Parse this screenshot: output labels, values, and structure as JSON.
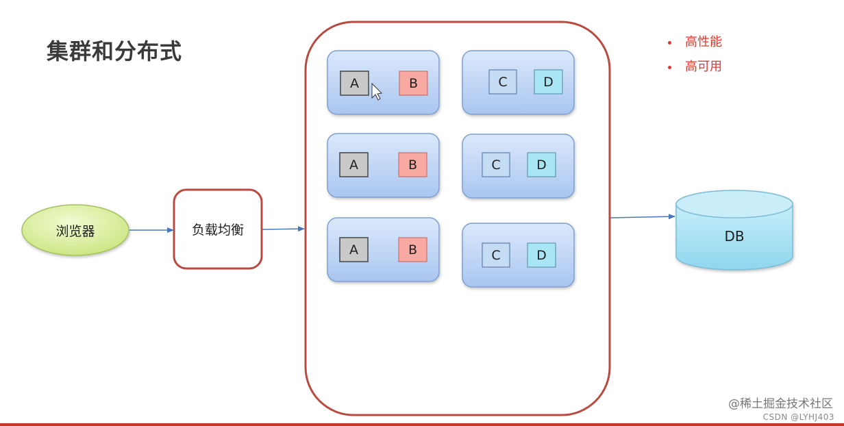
{
  "title": "集群和分布式",
  "bullets": [
    "高性能",
    "高可用"
  ],
  "nodes": {
    "browser": "浏览器",
    "load_balancer": "负载均衡",
    "db": "DB"
  },
  "server_rows": [
    {
      "left": [
        "A",
        "B"
      ],
      "right": [
        "C",
        "D"
      ]
    },
    {
      "left": [
        "A",
        "B"
      ],
      "right": [
        "C",
        "D"
      ]
    },
    {
      "left": [
        "A",
        "B"
      ],
      "right": [
        "C",
        "D"
      ]
    }
  ],
  "watermark": "@稀土掘金技术社区",
  "credit": "CSDN @LYHJ403",
  "colors": {
    "accent_red": "#e0372c",
    "box_A": "#c9c9c9",
    "box_B": "#f7a9a2",
    "box_C": "#c5dcf5",
    "box_D": "#a9e6f5",
    "server_fill": "#b5cff2",
    "browser_fill": "#d8ef9a",
    "db_fill": "#a9e3f3",
    "arrow": "#4a77b8",
    "frame": "#b84a40"
  }
}
